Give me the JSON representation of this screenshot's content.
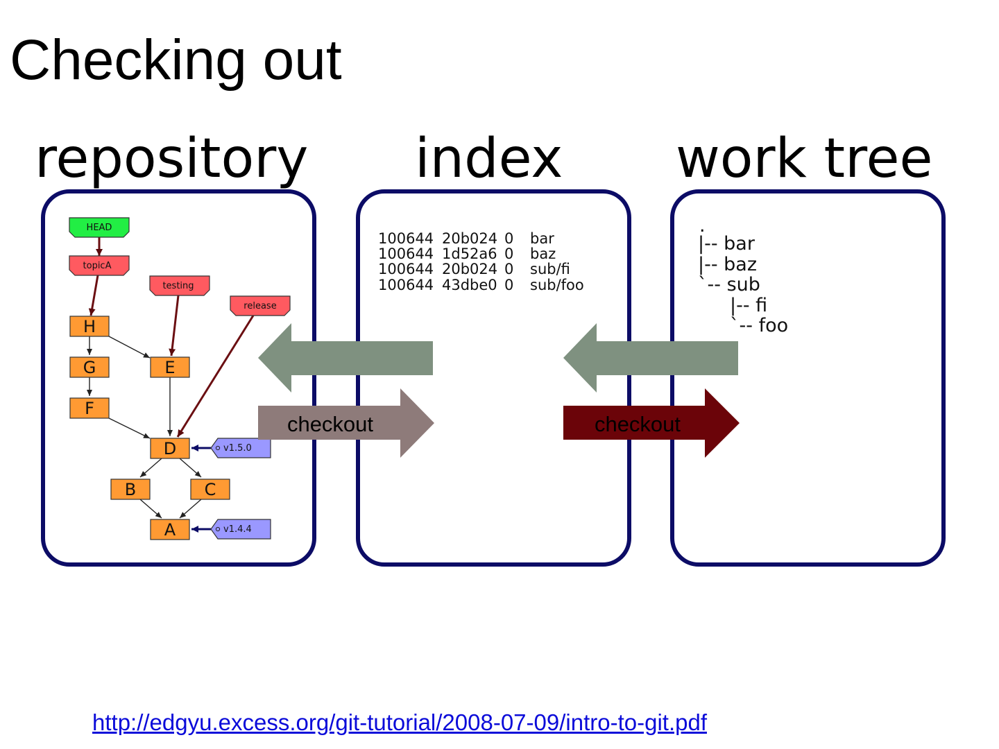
{
  "slide": {
    "title": "Checking out",
    "link": "http://edgyu.excess.org/git-tutorial/2008-07-09/intro-to-git.pdf"
  },
  "columns": {
    "repository": "repository",
    "index": "index",
    "work_tree": "work tree"
  },
  "repository": {
    "refs": {
      "head": "HEAD",
      "topicA": "topicA",
      "testing": "testing",
      "release": "release"
    },
    "tags": {
      "v150": "v1.5.0",
      "v144": "v1.4.4"
    },
    "commits": {
      "H": "H",
      "G": "G",
      "F": "F",
      "E": "E",
      "D": "D",
      "B": "B",
      "C": "C",
      "A": "A"
    }
  },
  "index": {
    "entries": [
      {
        "mode": "100644",
        "hash": "20b024",
        "stage": "0",
        "path": "bar"
      },
      {
        "mode": "100644",
        "hash": "1d52a6",
        "stage": "0",
        "path": "baz"
      },
      {
        "mode": "100644",
        "hash": "20b024",
        "stage": "0",
        "path": "sub/fi"
      },
      {
        "mode": "100644",
        "hash": "43dbe0",
        "stage": "0",
        "path": "sub/foo"
      }
    ]
  },
  "work_tree": {
    "root": ".",
    "lines": [
      "|-- bar",
      "|-- baz",
      "`-- sub",
      "|-- fi",
      "`-- foo"
    ]
  },
  "arrows": {
    "checkout_repo_to_index": "checkout",
    "checkout_index_to_worktree": "checkout"
  },
  "colors": {
    "panel_border": "#0c0c66",
    "head_ref": "#22ee44",
    "branch_ref": "#ff5a60",
    "tag": "#9a98ff",
    "commit": "#ff9a33",
    "edge_branch": "#6b0f12",
    "arrow_back": "#7f9180",
    "arrow_checkout_1": "#8e7b7a",
    "arrow_checkout_2": "#6b0409"
  }
}
